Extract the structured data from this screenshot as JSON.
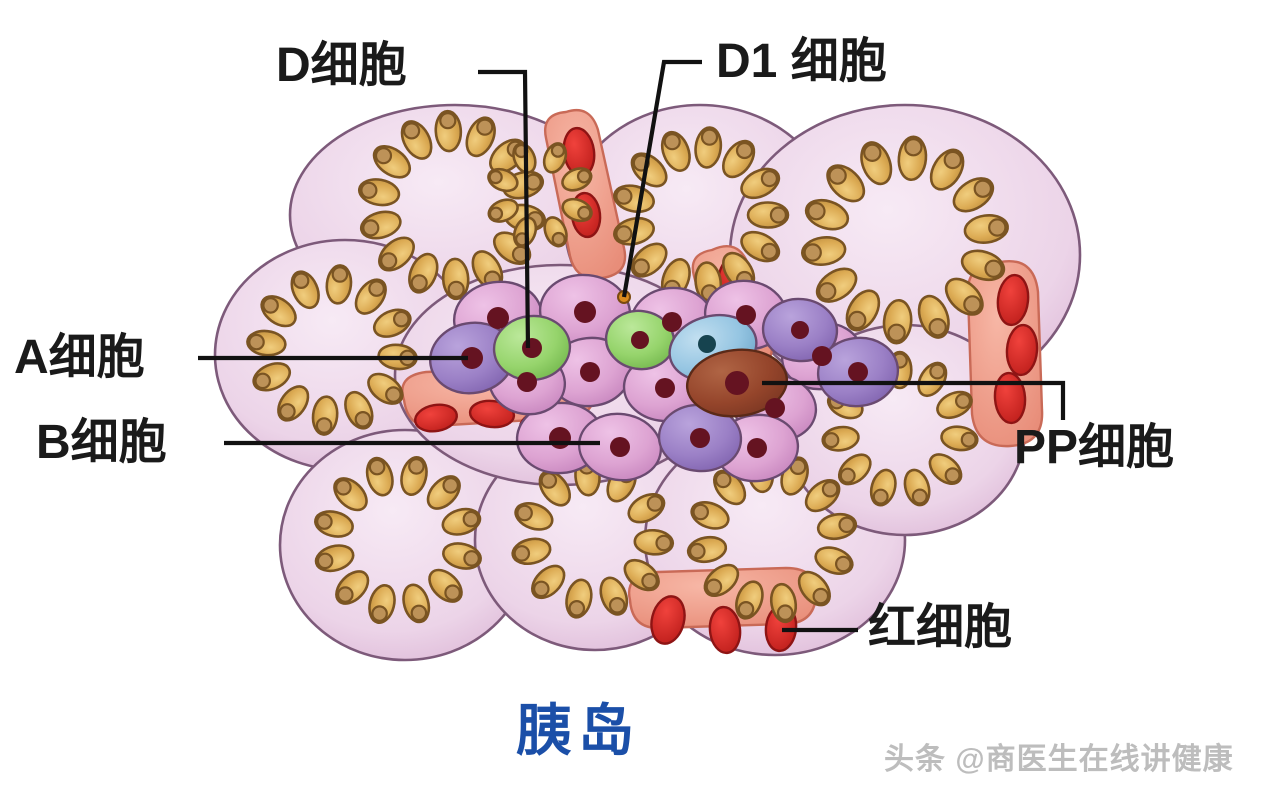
{
  "figure": {
    "title": "胰岛",
    "title_color": "#1b4fa8",
    "watermark": "头条 @商医生在线讲健康",
    "background": "#ffffff"
  },
  "labels": [
    {
      "id": "d-cell",
      "text": "D细胞",
      "name": "label-d-cell"
    },
    {
      "id": "d1-cell",
      "text": "D1 细胞",
      "name": "label-d1-cell"
    },
    {
      "id": "a-cell",
      "text": "A细胞",
      "name": "label-a-cell"
    },
    {
      "id": "b-cell",
      "text": "B细胞",
      "name": "label-b-cell"
    },
    {
      "id": "pp-cell",
      "text": "PP细胞",
      "name": "label-pp-cell"
    },
    {
      "id": "rbc",
      "text": "红细胞",
      "name": "label-red-blood-cell"
    }
  ],
  "legend_colors": {
    "a_cell": "#9b7fc4",
    "b_cell": "#dba3d0",
    "d_cell": "#96d06a",
    "d1_cell": "#93c4e0",
    "pp_cell": "#9c4a2e",
    "red_blood_cell": "#e02c28",
    "acinar_cell": "#d9a94e",
    "lobule_membrane": "#e8cfe4",
    "nucleus": "#6b1420",
    "vessel_wall": "#ef9a8a"
  },
  "structures": {
    "acini_count": 9,
    "islet_description": "central cluster of endocrine cells",
    "vessel_count": 4
  }
}
